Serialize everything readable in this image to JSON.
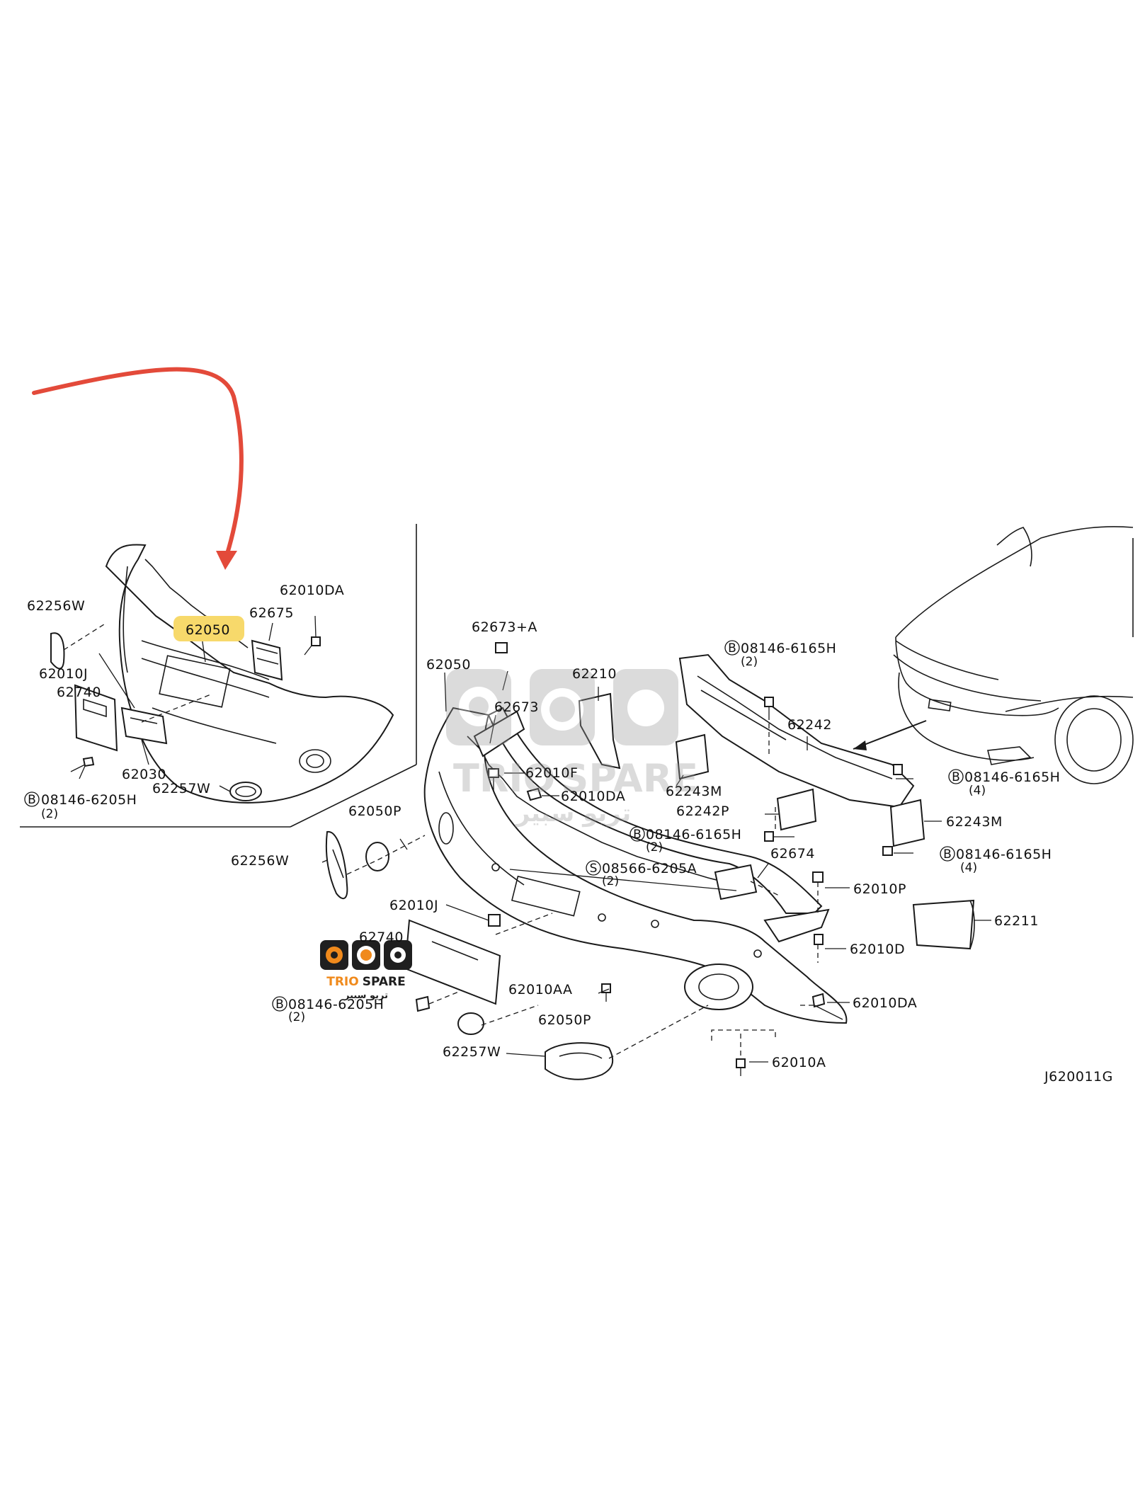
{
  "diagram": {
    "ref_code": "J620011G",
    "highlight_color": "#f7d96b",
    "arrow_color": "#e34a3a",
    "highlighted_label": "62050",
    "inset_labels": [
      {
        "id": "62256W",
        "text": "62256W"
      },
      {
        "id": "62010DA",
        "text": "62010DA"
      },
      {
        "id": "62675",
        "text": "62675"
      },
      {
        "id": "62050",
        "text": "62050"
      },
      {
        "id": "62010J",
        "text": "62010J"
      },
      {
        "id": "62740",
        "text": "62740"
      },
      {
        "id": "62030",
        "text": "62030"
      },
      {
        "id": "62257W",
        "text": "62257W"
      },
      {
        "id": "08146-6205H",
        "text": "08146-6205H",
        "prefix": "B",
        "qty": "(2)"
      }
    ],
    "main_labels": [
      {
        "id": "62673A",
        "text": "62673+A"
      },
      {
        "id": "62050",
        "text": "62050"
      },
      {
        "id": "62673",
        "text": "62673"
      },
      {
        "id": "62210",
        "text": "62210"
      },
      {
        "id": "62010F",
        "text": "62010F"
      },
      {
        "id": "62010DA_1",
        "text": "62010DA"
      },
      {
        "id": "62050P_1",
        "text": "62050P"
      },
      {
        "id": "62256W",
        "text": "62256W"
      },
      {
        "id": "62010J",
        "text": "62010J"
      },
      {
        "id": "62740",
        "text": "62740"
      },
      {
        "id": "62243M_1",
        "text": "62243M"
      },
      {
        "id": "62242P",
        "text": "62242P"
      },
      {
        "id": "62242",
        "text": "62242"
      },
      {
        "id": "62243M_2",
        "text": "62243M"
      },
      {
        "id": "62674",
        "text": "62674"
      },
      {
        "id": "62010P",
        "text": "62010P"
      },
      {
        "id": "62211",
        "text": "62211"
      },
      {
        "id": "62010D",
        "text": "62010D"
      },
      {
        "id": "62010AA",
        "text": "62010AA"
      },
      {
        "id": "62010DA_2",
        "text": "62010DA"
      },
      {
        "id": "62050P_2",
        "text": "62050P"
      },
      {
        "id": "62257W",
        "text": "62257W"
      },
      {
        "id": "62010A",
        "text": "62010A"
      }
    ],
    "fasteners": [
      {
        "id": "f1",
        "prefix": "B",
        "text": "08146-6165H",
        "qty": "(2)"
      },
      {
        "id": "f2",
        "prefix": "B",
        "text": "08146-6165H",
        "qty": "(4)"
      },
      {
        "id": "f3",
        "prefix": "B",
        "text": "08146-6165H",
        "qty": "(2)"
      },
      {
        "id": "f4",
        "prefix": "B",
        "text": "08146-6165H",
        "qty": "(4)"
      },
      {
        "id": "f5",
        "prefix": "S",
        "text": "08566-6205A",
        "qty": "(2)"
      },
      {
        "id": "f6",
        "prefix": "B",
        "text": "08146-6205H",
        "qty": "(2)"
      }
    ]
  },
  "watermark": {
    "brand": "TRIO SPARE",
    "brand_part1": "TRIO",
    "brand_part2": "SPARE",
    "arabic": "تريو سبير",
    "accent_color": "#f08a1c"
  }
}
